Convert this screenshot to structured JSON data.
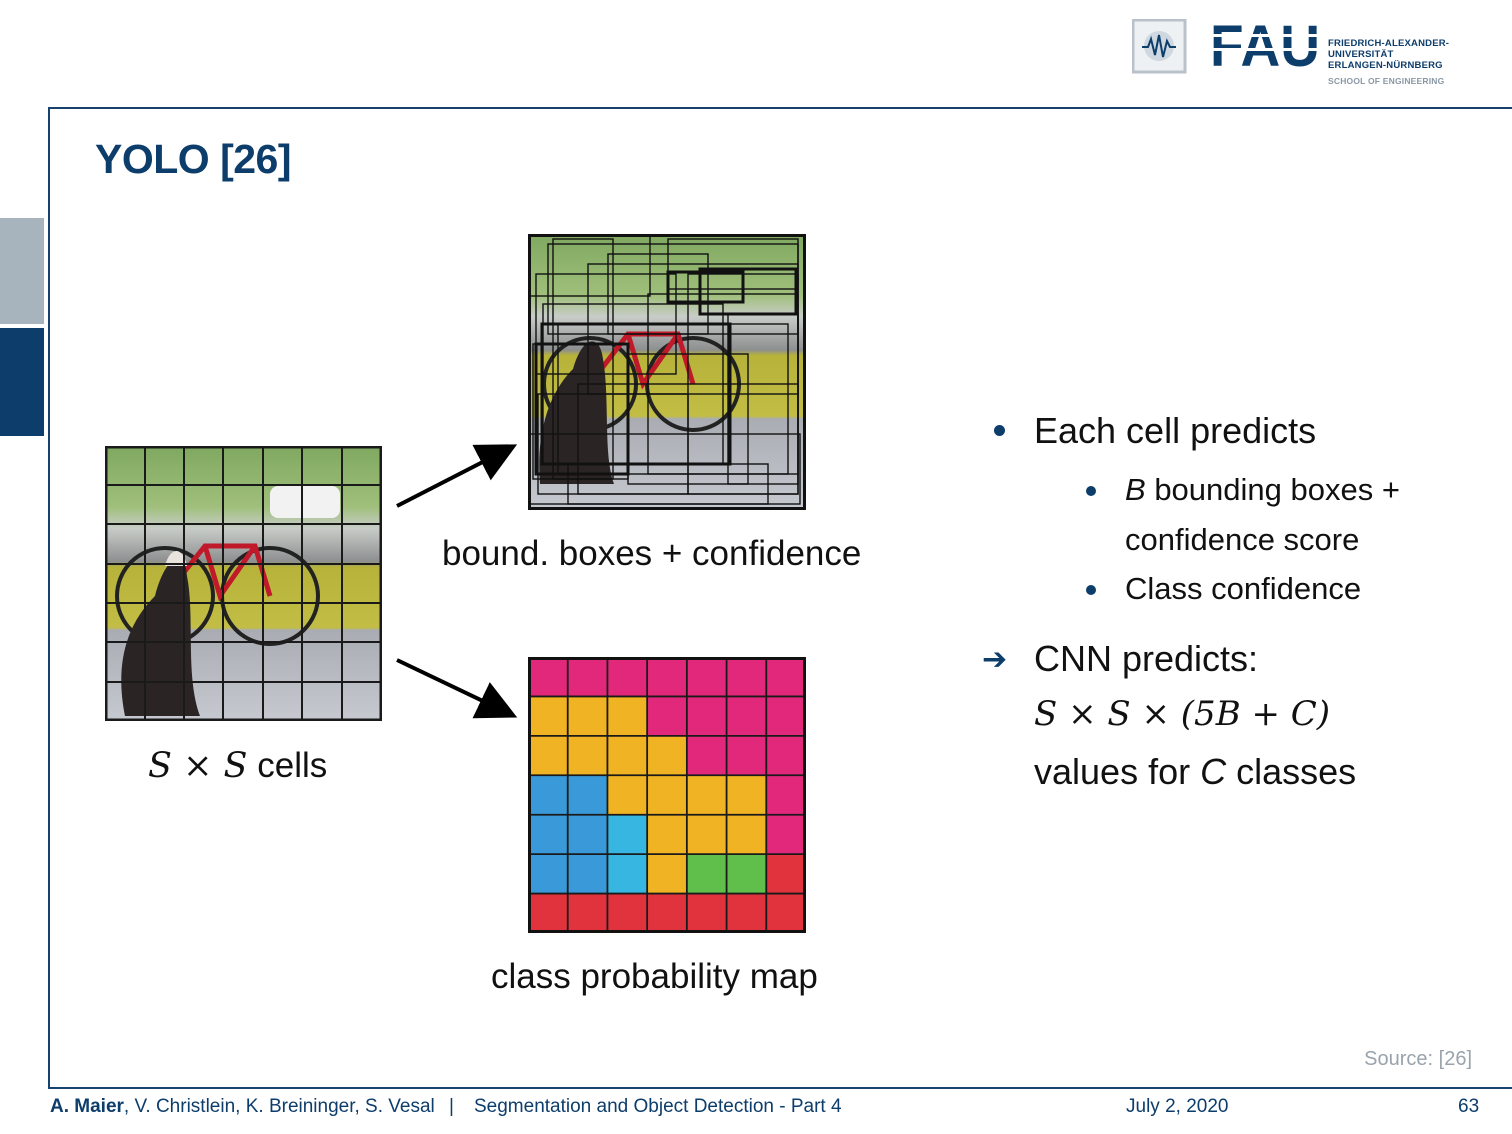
{
  "header": {
    "logo_abbrev": "FAU",
    "logo_lines": [
      "FRIEDRICH-ALEXANDER-",
      "UNIVERSITÄT",
      "ERLANGEN-NÜRNBERG"
    ],
    "logo_sub": "SCHOOL OF ENGINEERING"
  },
  "slide": {
    "title": "YOLO [26]",
    "captions": {
      "grid_symbol": "S × S",
      "grid_word": "cells",
      "boxes": "bound. boxes + confidence",
      "probmap": "class probability map"
    },
    "bullets": {
      "main": "Each cell predicts",
      "sub1_var": "B",
      "sub1_rest": "bounding boxes +",
      "sub1_line2": "confidence score",
      "sub2": "Class confidence",
      "arrow_line1": "CNN predicts:",
      "arrow_formula": "S × S × (5B + C)",
      "arrow_line3_a": "values for",
      "arrow_line3_var": "C",
      "arrow_line3_b": "classes"
    },
    "source": "Source: [26]"
  },
  "footer": {
    "author_main": "A. Maier",
    "authors_rest": ", V. Christlein, K. Breininger, S. Vesal",
    "separator": "|",
    "lecture": "Segmentation and Object Detection - Part 4",
    "date": "July 2, 2020",
    "page": "63"
  },
  "colors": {
    "brand": "#0d3d6b",
    "prob_pink": "#e2287b",
    "prob_yellow": "#f0b323",
    "prob_blue": "#3a9ad9",
    "prob_cyan": "#36b6e0",
    "prob_green": "#5fbf4a",
    "prob_red": "#e0333e"
  },
  "probmap_grid": [
    [
      "pink",
      "pink",
      "pink",
      "pink",
      "pink",
      "pink",
      "pink"
    ],
    [
      "yellow",
      "yellow",
      "yellow",
      "pink",
      "pink",
      "pink",
      "pink"
    ],
    [
      "yellow",
      "yellow",
      "yellow",
      "yellow",
      "pink",
      "pink",
      "pink"
    ],
    [
      "blue",
      "blue",
      "yellow",
      "yellow",
      "yellow",
      "yellow",
      "pink"
    ],
    [
      "blue",
      "blue",
      "cyan",
      "yellow",
      "yellow",
      "yellow",
      "pink"
    ],
    [
      "blue",
      "blue",
      "cyan",
      "yellow",
      "green",
      "green",
      "red"
    ],
    [
      "red",
      "red",
      "red",
      "red",
      "red",
      "red",
      "red"
    ]
  ]
}
